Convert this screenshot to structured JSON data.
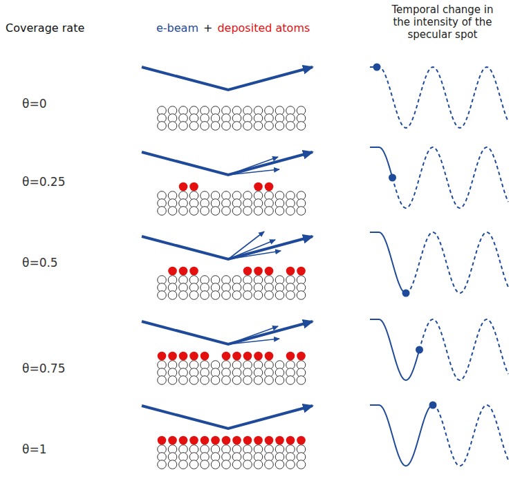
{
  "diagram": {
    "labels": [
      "Coverage rate",
      "e-beam",
      "+",
      "deposited atoms",
      "Temporal change in the intensity of the specular spot",
      "θ=0",
      "θ=0.25",
      "θ=0.5",
      "θ=0.75",
      "θ=1"
    ]
  }
}
